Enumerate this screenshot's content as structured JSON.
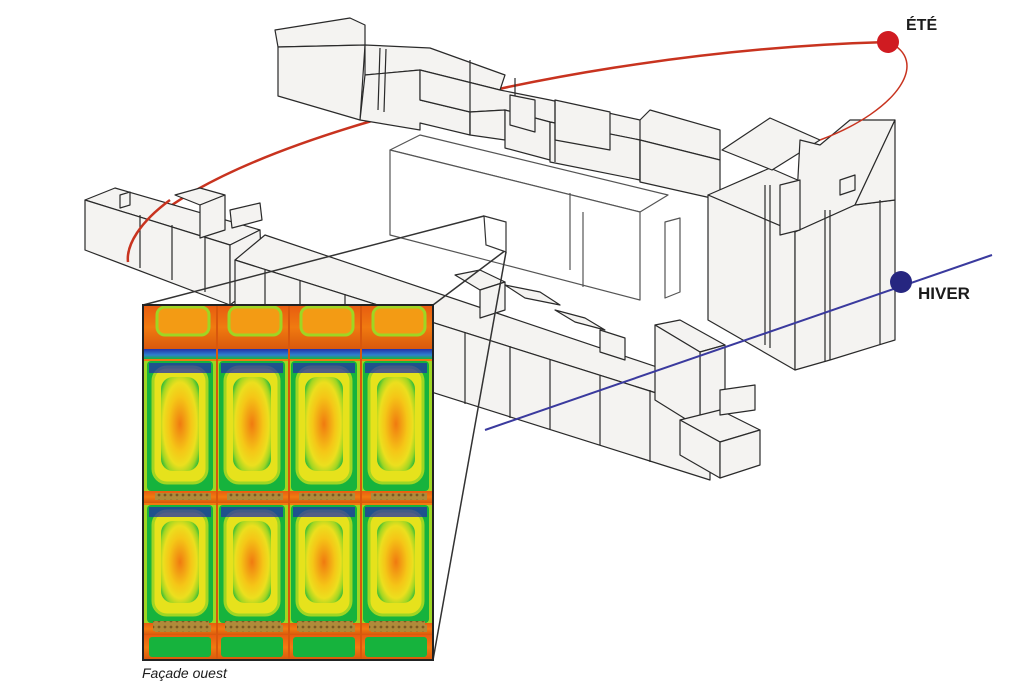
{
  "labels": {
    "summer": "ÉTÉ",
    "winter": "HIVER",
    "caption": "Façade ouest"
  },
  "colors": {
    "summer_path": "#c8331f",
    "summer_sun": "#d01b21",
    "winter_path": "#3a3a9e",
    "winter_sun": "#262680",
    "building_fill": "#f4f3f1",
    "building_stroke": "#2a2a2a",
    "heatmap_hot": "#f07a10",
    "heatmap_warm": "#f5c617",
    "heatmap_mid": "#9fd623",
    "heatmap_cool": "#16b33d",
    "heatmap_cold": "#2231a8"
  },
  "icons": {
    "summer_sun": "sun-marker-icon",
    "winter_sun": "sun-marker-icon"
  }
}
